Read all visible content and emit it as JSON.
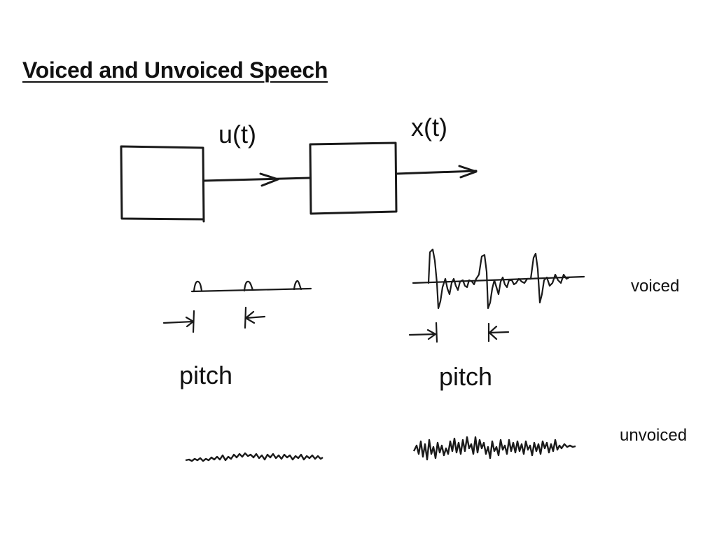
{
  "title": "Voiced and Unvoiced Speech",
  "labels": {
    "input_signal": "u(t)",
    "output_signal": "x(t)",
    "pitch_input": "pitch",
    "pitch_output": "pitch",
    "voiced": "voiced",
    "unvoiced": "unvoiced"
  }
}
